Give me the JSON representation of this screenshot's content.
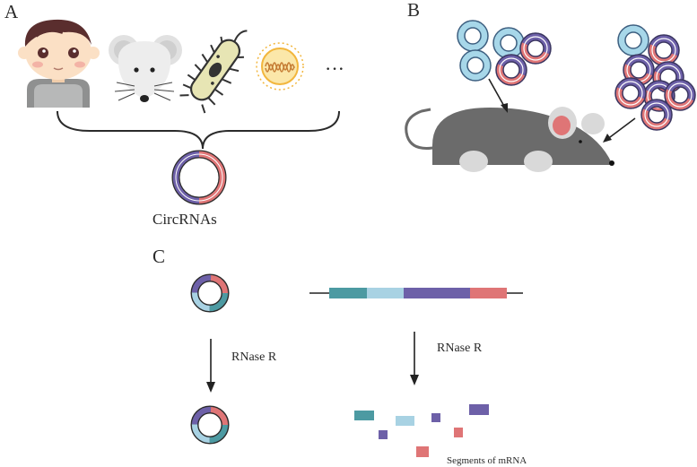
{
  "panels": {
    "a": {
      "label": "A",
      "ellipsis": "···",
      "result_label": "CircRNAs"
    },
    "b": {
      "label": "B"
    },
    "c": {
      "label": "C",
      "treatment_left": "RNase R",
      "treatment_right": "RNase R",
      "fragments_caption": "Segments of mRNA"
    }
  },
  "colors": {
    "circ_blue": "#6a97b9",
    "circ_purple": "#6d60a8",
    "circ_red": "#df7576",
    "teal": "#4c9aa2",
    "light_blue": "#a8d2e3",
    "mouse_gray": "#6b6b6b",
    "skin": "#fbe0c5",
    "hair": "#5a2e2e"
  }
}
